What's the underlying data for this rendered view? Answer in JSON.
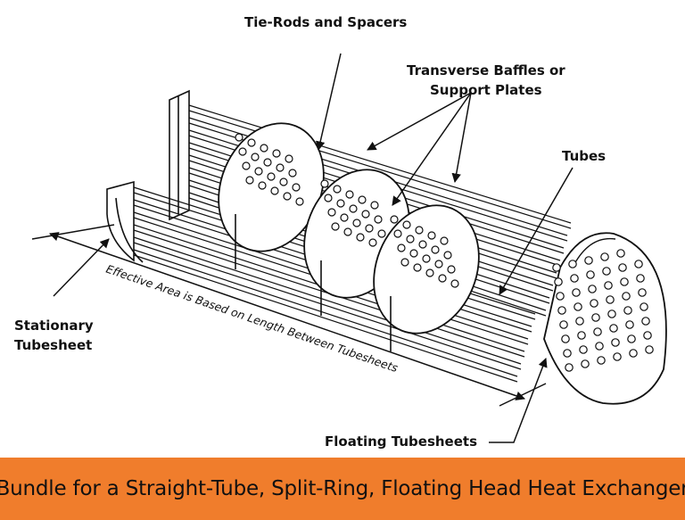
{
  "labels": {
    "tie_rods": "Tie-Rods and Spacers",
    "baffles_line1": "Transverse Baffles or",
    "baffles_line2": "Support Plates",
    "tubes": "Tubes",
    "stationary_line1": "Stationary",
    "stationary_line2": "Tubesheet",
    "floating": "Floating Tubesheets",
    "effective_area": "Effective Area is Based on Length Between Tubesheets"
  },
  "banner": {
    "title": "Bundle for a Straight-Tube, Split-Ring, Floating Head Heat Exchanger",
    "background_color": "#f07d2c"
  }
}
